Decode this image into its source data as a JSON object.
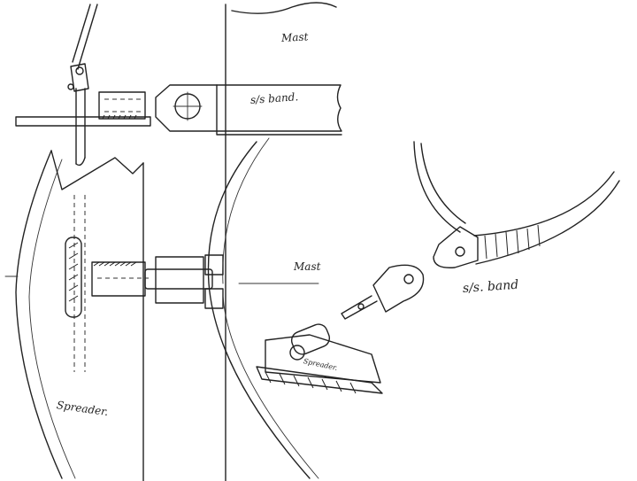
{
  "labels": {
    "mast_top": "Mast",
    "ss_band_top": "s/s band.",
    "mast_mid": "Mast",
    "ss_band_right": "s/s. band",
    "spreader_main": "Spreader.",
    "spreader_small": "Spreader."
  },
  "colors": {
    "ink": "#222222",
    "paper": "#ffffff"
  }
}
